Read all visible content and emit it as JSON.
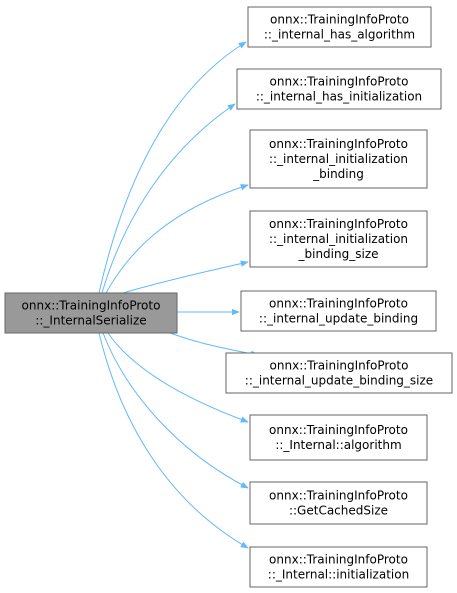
{
  "source": {
    "lines": [
      "onnx::TrainingInfoProto",
      "::_InternalSerialize"
    ],
    "fill": "#999999",
    "stroke": "#666666"
  },
  "targets": [
    {
      "lines": [
        "onnx::TrainingInfoProto",
        "::_internal_has_algorithm"
      ]
    },
    {
      "lines": [
        "onnx::TrainingInfoProto",
        "::_internal_has_initialization"
      ]
    },
    {
      "lines": [
        "onnx::TrainingInfoProto",
        "::_internal_initialization",
        "_binding"
      ]
    },
    {
      "lines": [
        "onnx::TrainingInfoProto",
        "::_internal_initialization",
        "_binding_size"
      ]
    },
    {
      "lines": [
        "onnx::TrainingInfoProto",
        "::_internal_update_binding"
      ]
    },
    {
      "lines": [
        "onnx::TrainingInfoProto",
        "::_internal_update_binding_size"
      ]
    },
    {
      "lines": [
        "onnx::TrainingInfoProto",
        "::_Internal::algorithm"
      ]
    },
    {
      "lines": [
        "onnx::TrainingInfoProto",
        "::GetCachedSize"
      ]
    },
    {
      "lines": [
        "onnx::TrainingInfoProto",
        "::_Internal::initialization"
      ]
    }
  ],
  "colors": {
    "edge": "#63b8ff",
    "node_fill": "#ffffff",
    "node_stroke": "#666666"
  }
}
